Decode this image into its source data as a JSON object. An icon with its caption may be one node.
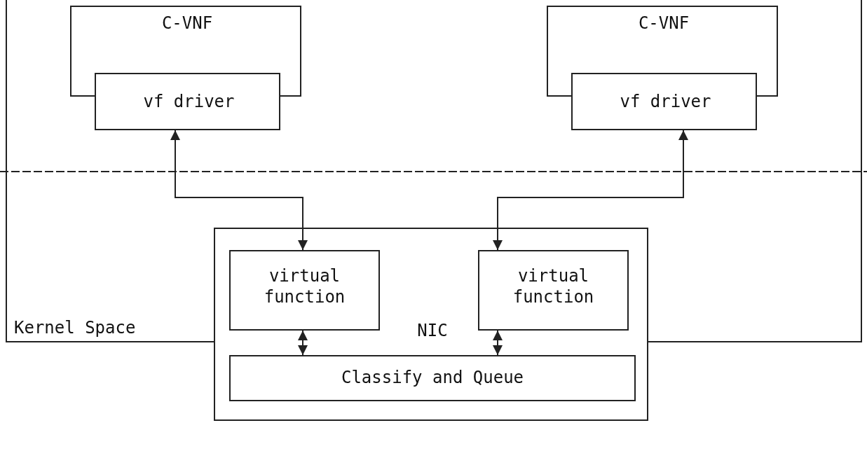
{
  "diagram": {
    "nodes": [
      {
        "text": [
          "C-VNF"
        ]
      },
      {
        "text": [
          "vf driver"
        ]
      },
      {
        "text": [
          "C-VNF"
        ]
      },
      {
        "text": [
          "vf driver"
        ]
      },
      {
        "text": [
          "NIC"
        ]
      },
      {
        "text": [
          "virtual function"
        ],
        "in": 4
      },
      {
        "text": [
          "virtual function"
        ],
        "in": 4
      },
      {
        "text": [
          "Classify and Queue"
        ],
        "in": 4
      },
      {
        "text": [
          "Kernel Space"
        ]
      }
    ],
    "edges": [
      {
        "from": 1,
        "to": 5,
        "arrow": "both"
      },
      {
        "from": 3,
        "to": 6,
        "arrow": "both"
      },
      {
        "from": 5,
        "to": 7,
        "arrow": "both"
      },
      {
        "from": 6,
        "to": 7,
        "arrow": "both"
      }
    ]
  }
}
